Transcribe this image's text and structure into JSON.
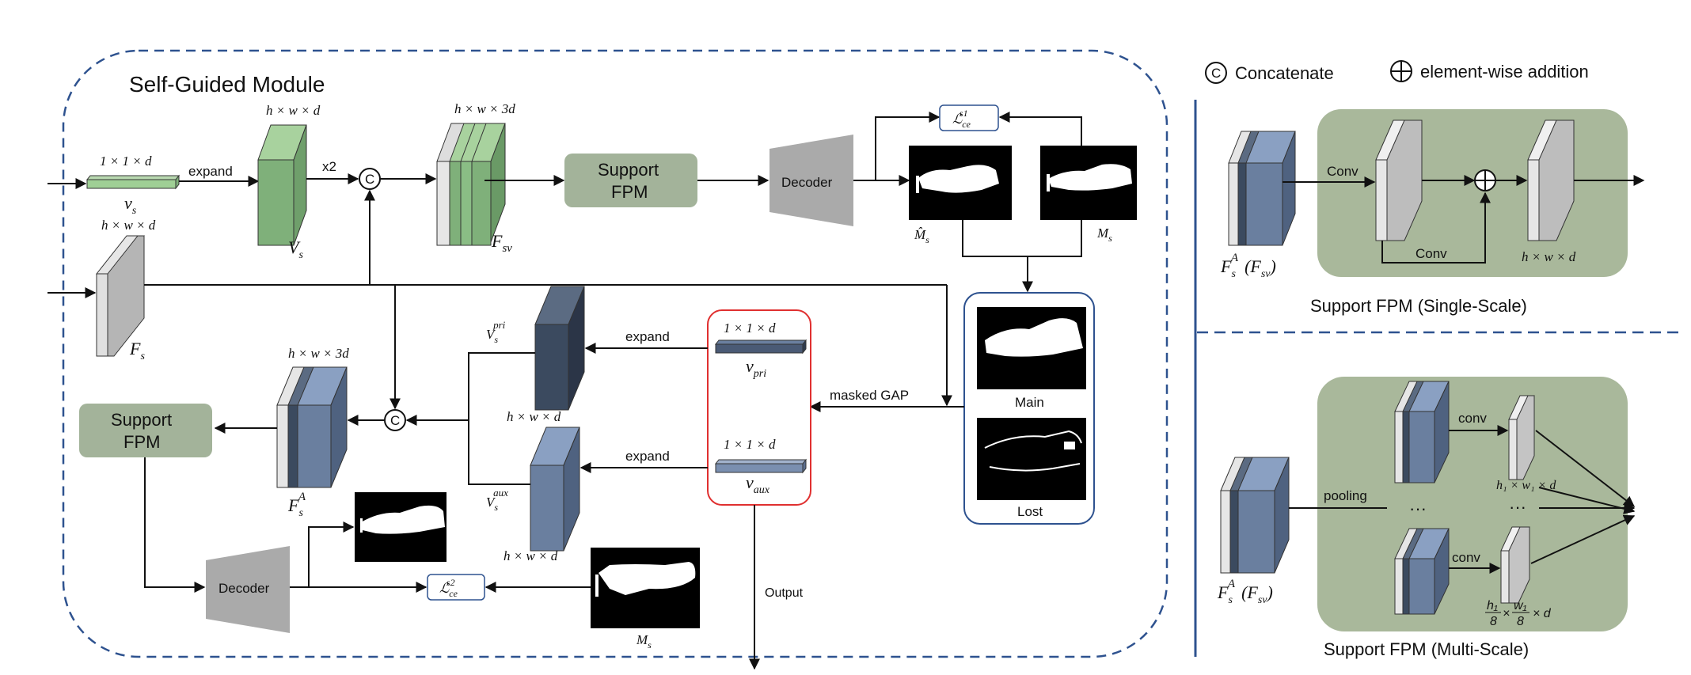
{
  "self_guided": {
    "title": "Self-Guided Module",
    "v_s": {
      "dim": "1 × 1 × d",
      "label": "v",
      "sub": "s"
    },
    "expand1": "expand",
    "V_s": {
      "dim": "h × w × d",
      "label": "V",
      "sub": "s"
    },
    "x2": "x2",
    "F_sv": {
      "dim": "h × w × 3d",
      "label": "F",
      "sub": "sv"
    },
    "support_fpm_top": [
      "Support",
      "FPM"
    ],
    "decoder_top": "Decoder",
    "loss1": {
      "label": "ℒ",
      "sub": "ce",
      "sup": "s1"
    },
    "M_hat": {
      "label": "M̂",
      "sub": "s"
    },
    "M_s_top": {
      "label": "M",
      "sub": "s"
    },
    "F_s": {
      "dim": "h × w × d",
      "label": "F",
      "sub": "s"
    },
    "V_pri": {
      "label": "V",
      "sub": "s",
      "sup": "pri",
      "dim": "h × w × d"
    },
    "V_aux": {
      "label": "V",
      "sub": "s",
      "sup": "aux",
      "dim": "h × w × d"
    },
    "expand2": "expand",
    "expand3": "expand",
    "v_pri": {
      "dim": "1 × 1 × d",
      "label": "v",
      "sub": "pri"
    },
    "v_aux": {
      "dim": "1 × 1 × d",
      "label": "v",
      "sub": "aux"
    },
    "masked_gap": "masked GAP",
    "main_label": "Main",
    "lost_label": "Lost",
    "F_sA": {
      "dim": "h × w × 3d",
      "label": "F",
      "sub": "s",
      "sup": "A"
    },
    "support_fpm_bottom": [
      "Support",
      "FPM"
    ],
    "decoder_bottom": "Decoder",
    "loss2": {
      "label": "ℒ",
      "sub": "ce",
      "sup": "s2"
    },
    "M_s_bottom": {
      "label": "M",
      "sub": "s"
    },
    "output": "Output"
  },
  "legend": {
    "concat_symbol": "C",
    "concat": "Concatenate",
    "add": "element-wise addition"
  },
  "single_scale": {
    "input_label": "F",
    "input_sub": "s",
    "input_sup": "A",
    "input_paren": "(F",
    "input_paren_sub": "sv",
    "conv1": "Conv",
    "conv2": "Conv",
    "out_dim": "h × w × d",
    "caption": "Support FPM (Single-Scale)"
  },
  "multi_scale": {
    "input_label": "F",
    "input_sub": "s",
    "input_sup": "A",
    "input_paren": "(F",
    "input_paren_sub": "sv",
    "pooling": "pooling",
    "conv1": "conv",
    "conv2": "conv",
    "dots1": "···",
    "dots2": "···",
    "dim1": "h₁ × w₁ × d",
    "dim2_a": "h₁",
    "dim2_b": "8",
    "dim2_c": "w₁",
    "dim2_d": "8",
    "dim2_e": "× d",
    "caption": "Support FPM (Multi-Scale)"
  },
  "colors": {
    "green_box": "#a3b39a",
    "green_panel": "#a9b89b",
    "green_feat": "#7fb07a",
    "dark_blue": "#3b4a5f",
    "mid_blue": "#6a7f9f",
    "gray": "#b5b5b5",
    "dash_blue": "#2e528f",
    "red_box": "#e03030"
  }
}
